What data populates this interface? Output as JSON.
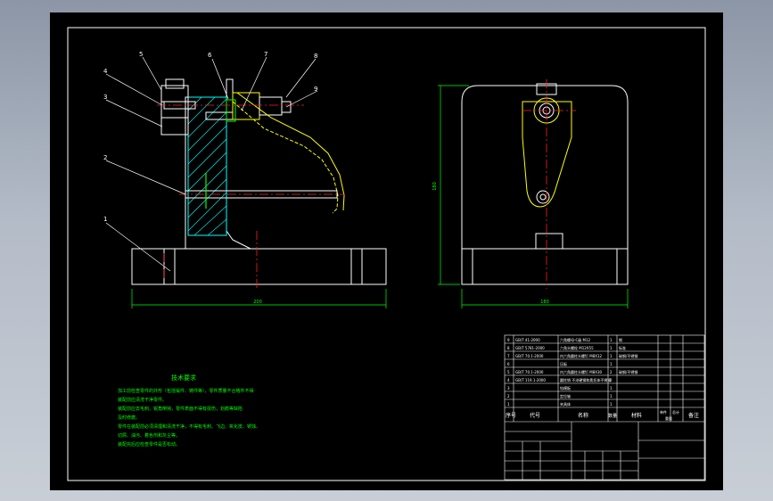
{
  "drawing": {
    "part_numbers": [
      "1",
      "2",
      "3",
      "4",
      "5",
      "6",
      "7",
      "8",
      "9"
    ],
    "dim_front_width": "200",
    "dim_side_height": "180",
    "dim_side_width": "180"
  },
  "tech_notes": {
    "title": "技术要求",
    "lines": [
      "加工前检查零件的外形（包括锻件、铸件等），零件质量不合格件不得",
      "装配前应清洗干净零件。",
      "装配前应去毛刺，锐角倒钝，零件表面不得有损伤，划痕等缺陷",
      "及时修磨。",
      "零件在装配前必须清理和清洗干净，不得有毛刺、飞边、氧化皮、锈蚀、",
      "切屑、油污、着色剂和灰尘等。",
      "装配完后应检查零件是否松动。"
    ]
  },
  "bom": {
    "rows": [
      {
        "no": "9",
        "code": "GB/T 41-2000",
        "name": "六角螺母-C级 M12",
        "qty": "1",
        "material": "",
        "note": "钢"
      },
      {
        "no": "8",
        "code": "GB/T 5781-2000",
        "name": "六角头螺栓 M12X55",
        "qty": "1",
        "material": "",
        "note": "标准"
      },
      {
        "no": "7",
        "code": "GB/T 70.1-2000",
        "name": "内六角圆柱头螺钉 M8X12",
        "qty": "1",
        "material": "",
        "note": "碳钢/不锈钢"
      },
      {
        "no": "6",
        "code": "",
        "name": "压板",
        "qty": "1",
        "material": "",
        "note": ""
      },
      {
        "no": "5",
        "code": "GB/T 70.1-2000",
        "name": "内六角圆柱头螺钉 M8X30",
        "qty": "2",
        "material": "",
        "note": "碳钢/不锈钢"
      },
      {
        "no": "4",
        "code": "GB/T 119.1-2000",
        "name": "圆柱销 不淬硬钢和奥氏体不锈钢",
        "qty": "2",
        "material": "",
        "note": ""
      },
      {
        "no": "3",
        "code": "",
        "name": "钻模板",
        "qty": "1",
        "material": "",
        "note": ""
      },
      {
        "no": "2",
        "code": "",
        "name": "定位轴",
        "qty": "1",
        "material": "",
        "note": ""
      },
      {
        "no": "1",
        "code": "",
        "name": "夹具体",
        "qty": "1",
        "material": "",
        "note": ""
      }
    ],
    "header": {
      "no": "序号",
      "code": "代号",
      "name": "名称",
      "qty": "数量",
      "material": "材料",
      "single": "单件",
      "total": "总计",
      "weight": "重量",
      "note": "备注"
    }
  },
  "colors": {
    "sheet": "#000000",
    "frame": "#ffffff",
    "line": "#ffffff",
    "hatch": "#00ffff",
    "center": "#ff2020",
    "dim": "#00ff00",
    "yellow": "#ffff00",
    "label": "#ffffff",
    "note": "#00ff00"
  }
}
